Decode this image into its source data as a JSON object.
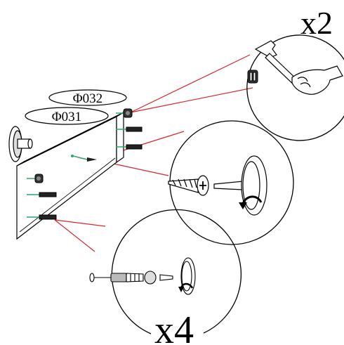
{
  "labels": {
    "part_top": "Φ032",
    "part_bottom": "Φ031",
    "qty_top": "x2",
    "qty_bottom": "x4"
  },
  "colors": {
    "callout_line": "#d9272e",
    "dowel_green": "#2aa86b",
    "ink": "#000000"
  },
  "icons": [
    "hammer-icon",
    "screwdriver-icon",
    "rotate-clockwise-icon",
    "cam-bolt-icon",
    "screw-icon",
    "dowel-icon"
  ]
}
